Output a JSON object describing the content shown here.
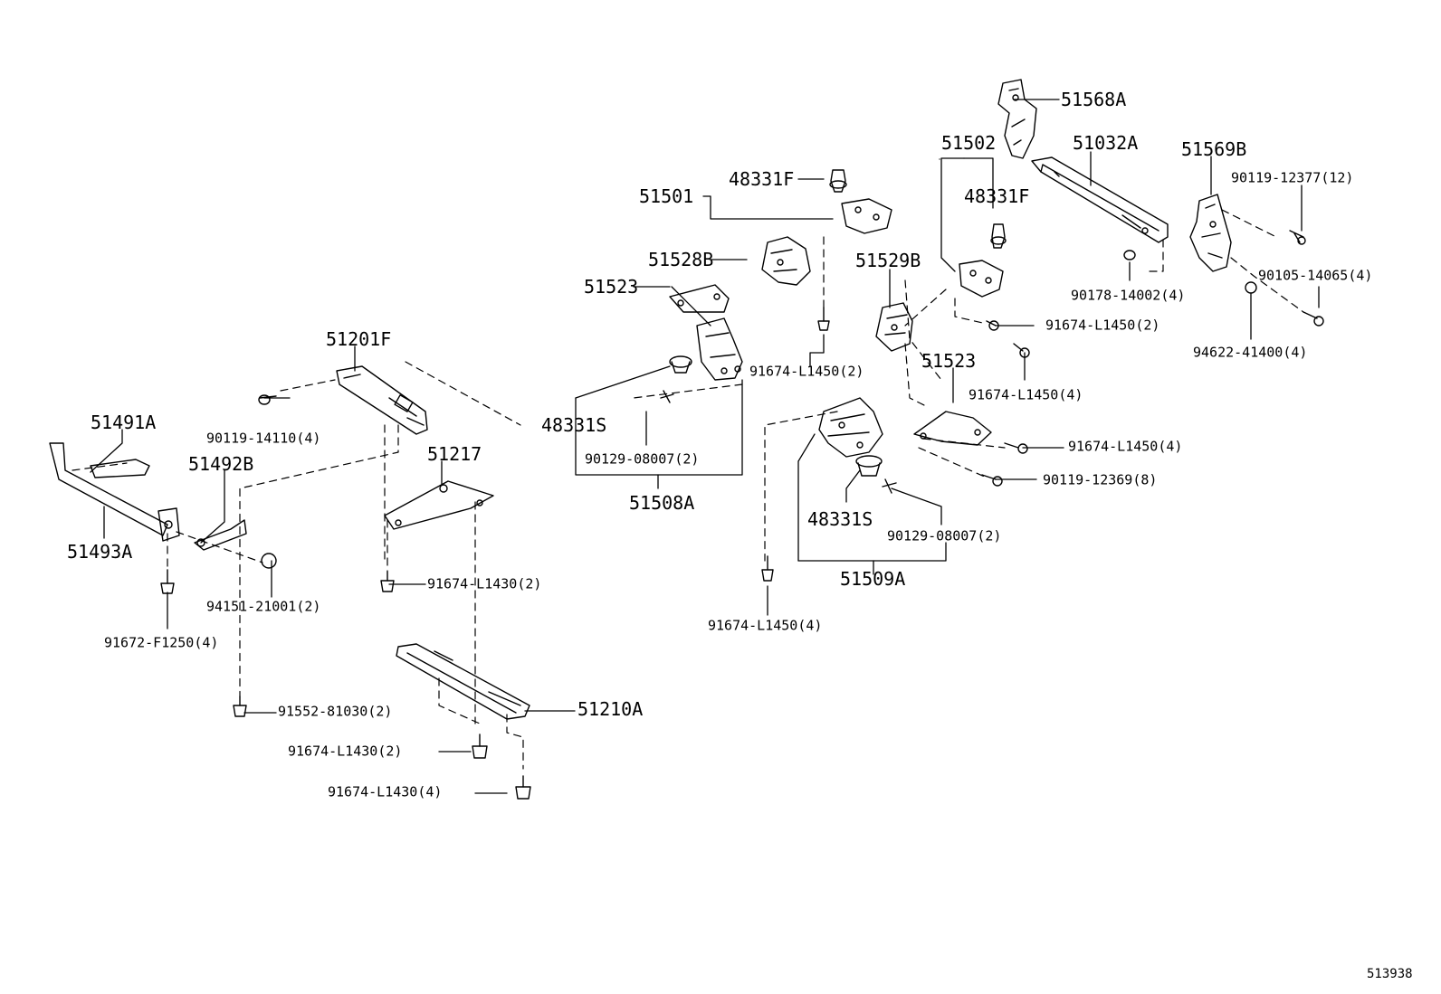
{
  "labels": {
    "p51568A": "51568A",
    "p51502": "51502",
    "p51032A": "51032A",
    "p51569B": "51569B",
    "p90119_12377": "90119-12377(12)",
    "p48331F_a": "48331F",
    "p51501": "51501",
    "p48331F_b": "48331F",
    "p51528B": "51528B",
    "p51523_a": "51523",
    "p51529B": "51529B",
    "p90105_14065": "90105-14065(4)",
    "p90178_14002": "90178-14002(4)",
    "p91674_L1450_2a": "91674-L1450(2)",
    "p94622_41400": "94622-41400(4)",
    "p51201F": "51201F",
    "p91674_L1450_2b": "91674-L1450(2)",
    "p51523_b": "51523",
    "p91674_L1450_4a": "91674-L1450(4)",
    "p51491A": "51491A",
    "p90119_14110": "90119-14110(4)",
    "p48331S_a": "48331S",
    "p51217": "51217",
    "p91674_L1450_4b": "91674-L1450(4)",
    "p51492B": "51492B",
    "p90129_08007_a": "90129-08007(2)",
    "p90119_12369": "90119-12369(8)",
    "p51508A": "51508A",
    "p48331S_b": "48331S",
    "p51493A": "51493A",
    "p90129_08007_b": "90129-08007(2)",
    "p91674_L1430_2a": "91674-L1430(2)",
    "p51509A": "51509A",
    "p94151_21001": "94151-21001(2)",
    "p91674_L1450_4c": "91674-L1450(4)",
    "p91672_F1250": "91672-F1250(4)",
    "p51210A": "51210A",
    "p91552_81030": "91552-81030(2)",
    "p91674_L1430_2b": "91674-L1430(2)",
    "p91674_L1430_4": "91674-L1430(4)"
  },
  "diagram_ref": "513938",
  "colors": {
    "ink": "#000000",
    "background": "#ffffff"
  }
}
